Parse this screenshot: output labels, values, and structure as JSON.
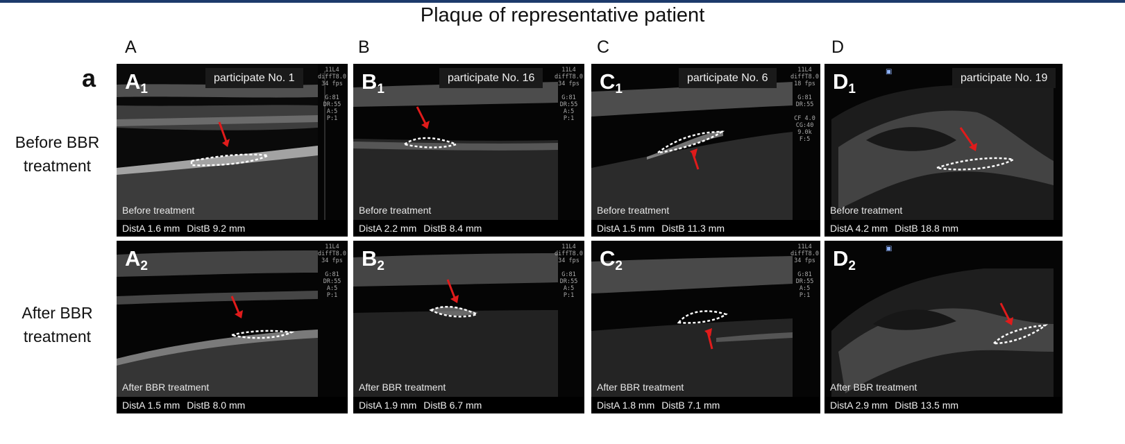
{
  "title": "Plaque of representative patient",
  "figure_label": "a",
  "columns": [
    "A",
    "B",
    "C",
    "D"
  ],
  "rows": [
    {
      "label_line1": "Before BBR",
      "label_line2": "treatment"
    },
    {
      "label_line1": "After BBR",
      "label_line2": "treatment"
    }
  ],
  "panels": {
    "A1": {
      "letter": "A",
      "sub": "1",
      "participant": "participate No. 1",
      "state": "Before treatment",
      "distA": "DistA 1.6 mm",
      "distB": "DistB 9.2 mm"
    },
    "B1": {
      "letter": "B",
      "sub": "1",
      "participant": "participate No. 16",
      "state": "Before treatment",
      "distA": "DistA 2.2 mm",
      "distB": "DistB 8.4 mm"
    },
    "C1": {
      "letter": "C",
      "sub": "1",
      "participant": "participate No. 6",
      "state": "Before treatment",
      "distA": "DistA 1.5 mm",
      "distB": "DistB 11.3 mm"
    },
    "D1": {
      "letter": "D",
      "sub": "1",
      "participant": "participate No. 19",
      "state": "Before treatment",
      "distA": "DistA 4.2 mm",
      "distB": "DistB 18.8 mm"
    },
    "A2": {
      "letter": "A",
      "sub": "2",
      "state": "After BBR treatment",
      "distA": "DistA 1.5 mm",
      "distB": "DistB 8.0 mm"
    },
    "B2": {
      "letter": "B",
      "sub": "2",
      "state": "After BBR treatment",
      "distA": "DistA 1.9 mm",
      "distB": "DistB 6.7 mm"
    },
    "C2": {
      "letter": "C",
      "sub": "2",
      "state": "After BBR treatment",
      "distA": "DistA 1.8 mm",
      "distB": "DistB 7.1 mm"
    },
    "D2": {
      "letter": "D",
      "sub": "2",
      "state": "After BBR treatment",
      "distA": "DistA 2.9 mm",
      "distB": "DistB 13.5 mm"
    }
  },
  "scanner": {
    "probe": "11L4",
    "mode": "diffT8.0",
    "fps_34": "34 fps",
    "fps_18": "18 fps",
    "gain": "G:81",
    "dr": "DR:55",
    "a": "A:5",
    "p": "P:1",
    "cf": "CF 4.0",
    "cg": "CG:40",
    "freq": "9.0k",
    "f": "F:5"
  },
  "colors": {
    "arrow": "#e01b1b",
    "outline": "#ffffff",
    "panel_bg": "#050505",
    "top_bar": "#1d3a6b"
  }
}
